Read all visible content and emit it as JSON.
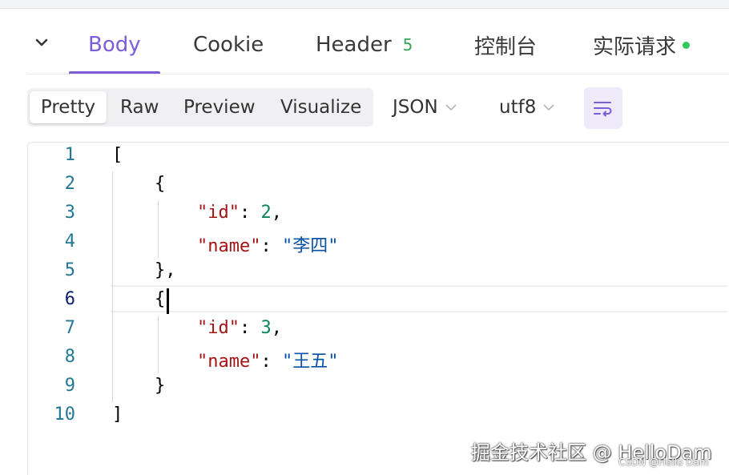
{
  "tabs": [
    {
      "label": "Body"
    },
    {
      "label": "Cookie"
    },
    {
      "label": "Header",
      "badge": "5"
    },
    {
      "label": "控制台"
    },
    {
      "label": "实际请求"
    }
  ],
  "toolbar": {
    "view_modes": [
      "Pretty",
      "Raw",
      "Preview",
      "Visualize"
    ],
    "format": "JSON",
    "encoding": "utf8"
  },
  "editor": {
    "line_numbers": [
      "1",
      "2",
      "3",
      "4",
      "5",
      "6",
      "7",
      "8",
      "9",
      "10"
    ],
    "items": [
      {
        "id": "2",
        "name": "\"李四\""
      },
      {
        "id": "3",
        "name": "\"王五\""
      }
    ]
  },
  "watermark": {
    "main": "掘金技术社区 @ HelloDam",
    "sub": "CSDN @Hello Dam"
  },
  "colors": {
    "accent": "#7b5cd9",
    "status": "#34c759",
    "badge": "#34a853"
  }
}
